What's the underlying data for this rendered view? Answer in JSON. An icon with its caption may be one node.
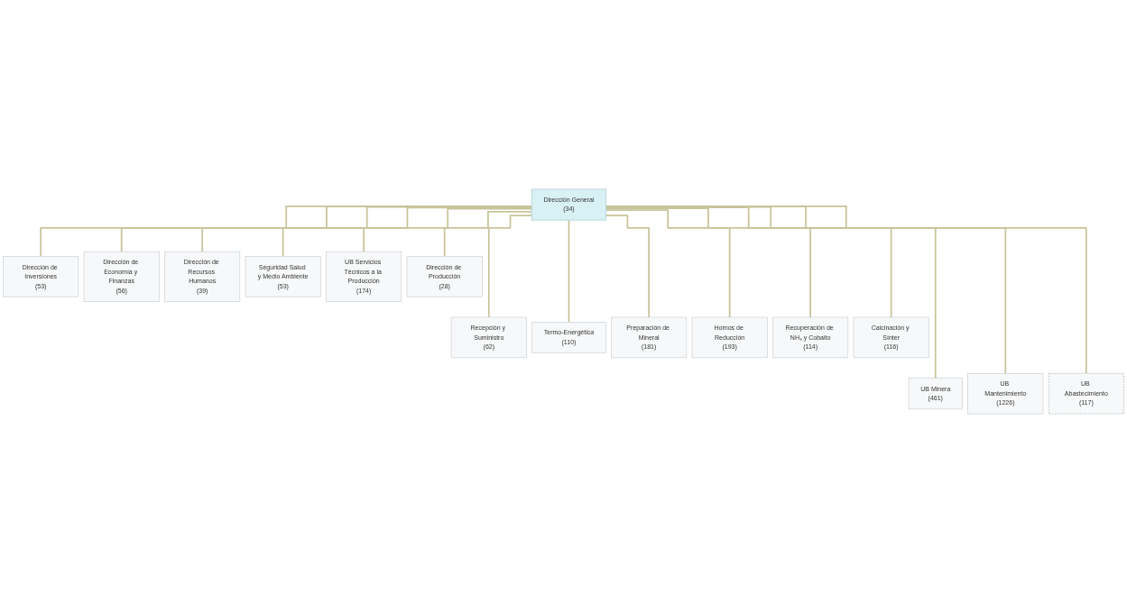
{
  "diagram": {
    "nodes": [
      {
        "text": [
          "Dirección General",
          "(34)"
        ]
      },
      {
        "text": [
          "Dirección de Inversiones",
          "(53)"
        ]
      },
      {
        "text": [
          "Dirección de Economía y Finanzas",
          "(56)"
        ]
      },
      {
        "text": [
          "Dirección de Recursos Humanos",
          "(39)"
        ]
      },
      {
        "text": [
          "Seguridad Salud y Medio Ambiente",
          "(53)"
        ]
      },
      {
        "text": [
          "UB Servicios Técnicos a la Producción",
          "(174)"
        ]
      },
      {
        "text": [
          "Dirección de Producción",
          "(28)"
        ]
      },
      {
        "text": [
          "Recepción y Suministro",
          "(62)"
        ]
      },
      {
        "text": [
          "Termo-Energética",
          "(110)"
        ]
      },
      {
        "text": [
          "Preparación de Mineral",
          "(181)"
        ]
      },
      {
        "text": [
          "Hornos de Reducción",
          "(193)"
        ]
      },
      {
        "text": [
          "Recuperación de NH₃ y Cobalto",
          "(114)"
        ]
      },
      {
        "text": [
          "Calcinación y Sínter",
          "(116)"
        ]
      },
      {
        "text": [
          "UB Minera",
          "(461)"
        ]
      },
      {
        "text": [
          "UB Mantenimiento",
          "(1226)"
        ]
      },
      {
        "text": [
          "UB Abastecimiento",
          "(117)"
        ]
      }
    ],
    "edges": [
      {
        "from": 0,
        "to": 1,
        "arrow": "none"
      },
      {
        "from": 0,
        "to": 2,
        "arrow": "none"
      },
      {
        "from": 0,
        "to": 3,
        "arrow": "none"
      },
      {
        "from": 0,
        "to": 4,
        "arrow": "none"
      },
      {
        "from": 0,
        "to": 5,
        "arrow": "none"
      },
      {
        "from": 0,
        "to": 6,
        "arrow": "none"
      },
      {
        "from": 0,
        "to": 7,
        "arrow": "none"
      },
      {
        "from": 0,
        "to": 8,
        "arrow": "none"
      },
      {
        "from": 0,
        "to": 9,
        "arrow": "none"
      },
      {
        "from": 0,
        "to": 10,
        "arrow": "none"
      },
      {
        "from": 0,
        "to": 11,
        "arrow": "none"
      },
      {
        "from": 0,
        "to": 12,
        "arrow": "none"
      },
      {
        "from": 0,
        "to": 13,
        "arrow": "none"
      },
      {
        "from": 0,
        "to": 14,
        "arrow": "none"
      },
      {
        "from": 0,
        "to": 15,
        "arrow": "none"
      }
    ]
  }
}
